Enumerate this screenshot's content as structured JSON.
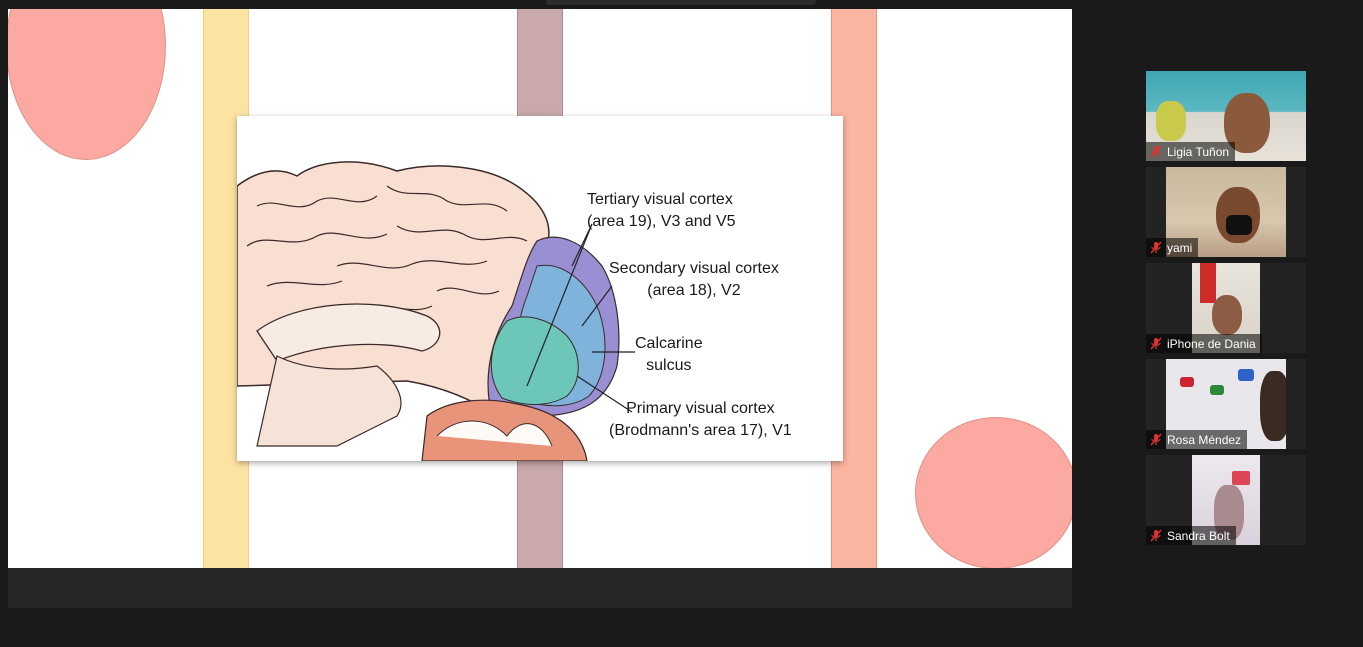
{
  "figure": {
    "labels": {
      "tertiary_line1": "Tertiary visual cortex",
      "tertiary_line2": "(area 19), V3 and V5",
      "secondary_line1": "Secondary visual cortex",
      "secondary_line2": "(area 18), V2",
      "calcarine_line1": "Calcarine",
      "calcarine_line2": "sulcus",
      "primary_line1": "Primary visual cortex",
      "primary_line2": "(Brodmann's area 17), V1"
    },
    "colors": {
      "brain": "#f9ded2",
      "tertiary": "#9b8fd4",
      "secondary": "#7fb3dc",
      "primary": "#6cc7b8",
      "cerebellum": "#e7947a"
    }
  },
  "participants": [
    {
      "name": "Ligia Tuñon",
      "muted": true,
      "icon": "mic-muted-icon"
    },
    {
      "name": "yami",
      "muted": true,
      "icon": "mic-muted-icon"
    },
    {
      "name": "iPhone de Dania",
      "muted": true,
      "icon": "mic-muted-icon"
    },
    {
      "name": "Rosa Méndez",
      "muted": true,
      "icon": "mic-muted-icon"
    },
    {
      "name": "Sandra Bolt",
      "muted": true,
      "icon": "mic-muted-icon"
    }
  ],
  "colors": {
    "background": "#1a1a1a",
    "mute_red": "#e0332f"
  }
}
